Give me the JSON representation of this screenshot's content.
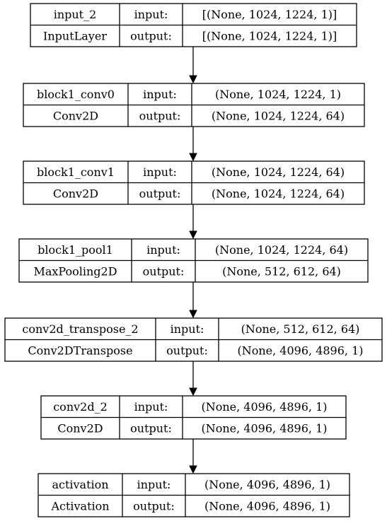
{
  "io_labels": {
    "input": "input:",
    "output": "output:"
  },
  "layers": [
    {
      "name": "input_2",
      "type": "InputLayer",
      "input_shape": "[(None, 1024, 1224, 1)]",
      "output_shape": "[(None, 1024, 1224, 1)]"
    },
    {
      "name": "block1_conv0",
      "type": "Conv2D",
      "input_shape": "(None, 1024, 1224, 1)",
      "output_shape": "(None, 1024, 1224, 64)"
    },
    {
      "name": "block1_conv1",
      "type": "Conv2D",
      "input_shape": "(None, 1024, 1224, 64)",
      "output_shape": "(None, 1024, 1224, 64)"
    },
    {
      "name": "block1_pool1",
      "type": "MaxPooling2D",
      "input_shape": "(None, 1024, 1224, 64)",
      "output_shape": "(None, 512, 612, 64)"
    },
    {
      "name": "conv2d_transpose_2",
      "type": "Conv2DTranspose",
      "input_shape": "(None, 512, 612, 64)",
      "output_shape": "(None, 4096, 4896, 1)"
    },
    {
      "name": "conv2d_2",
      "type": "Conv2D",
      "input_shape": "(None, 4096, 4896, 1)",
      "output_shape": "(None, 4096, 4896, 1)"
    },
    {
      "name": "activation",
      "type": "Activation",
      "input_shape": "(None, 4096, 4896, 1)",
      "output_shape": "(None, 4096, 4896, 1)"
    }
  ]
}
